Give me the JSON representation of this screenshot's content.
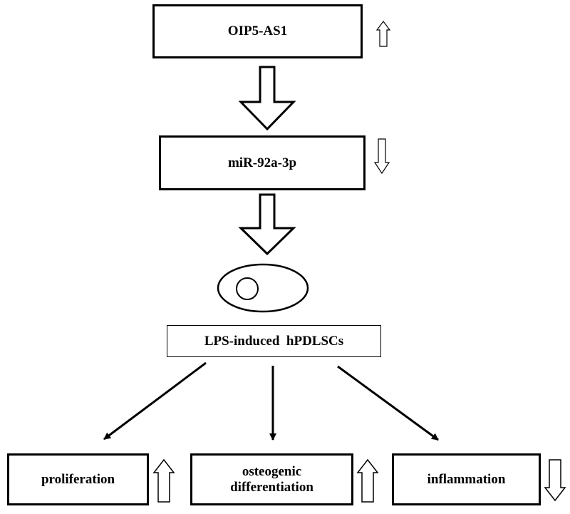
{
  "nodes": {
    "top": {
      "label": "OIP5-AS1",
      "trend": "up"
    },
    "middle": {
      "label": "miR-92a-3p",
      "trend": "down"
    },
    "cell": {
      "label": "LPS-induced  hPDLSCs"
    },
    "outcomes": [
      {
        "label": "proliferation",
        "trend": "up"
      },
      {
        "label": "osteogenic\ndifferentiation",
        "trend": "up"
      },
      {
        "label": "inflammation",
        "trend": "down"
      }
    ]
  }
}
